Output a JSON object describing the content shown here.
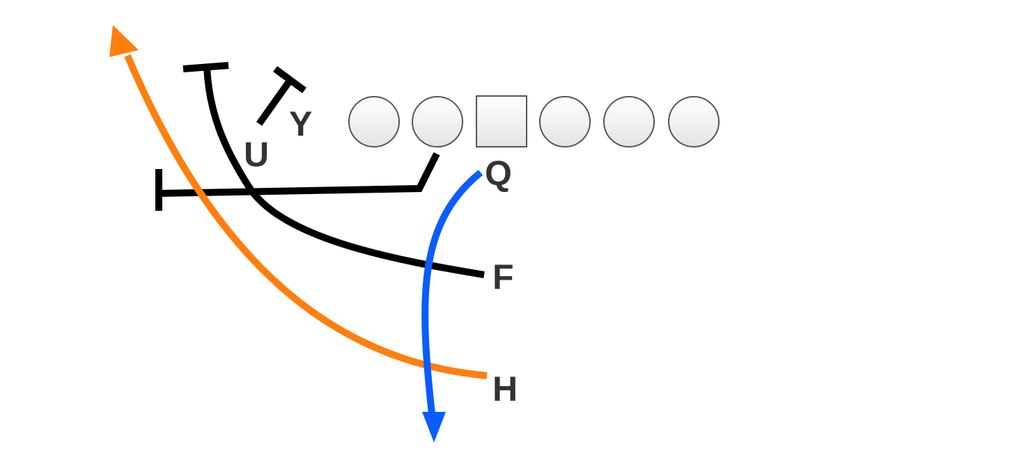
{
  "players": {
    "y_label": "Y",
    "u_label": "U",
    "q_label": "Q",
    "f_label": "F",
    "h_label": "H"
  },
  "offensive_line": {
    "count": 6,
    "center_index": 2
  },
  "colors": {
    "block_route": "#000000",
    "h_route": "#ff7f0e",
    "q_route": "#0b5cff",
    "label_text": "#333333",
    "lineman_fill_top": "#ffffff",
    "lineman_fill_bottom": "#e6e6e6",
    "lineman_stroke": "#555555"
  },
  "icons": {
    "block_end": "t-bar-icon",
    "route_end": "arrowhead-icon"
  }
}
